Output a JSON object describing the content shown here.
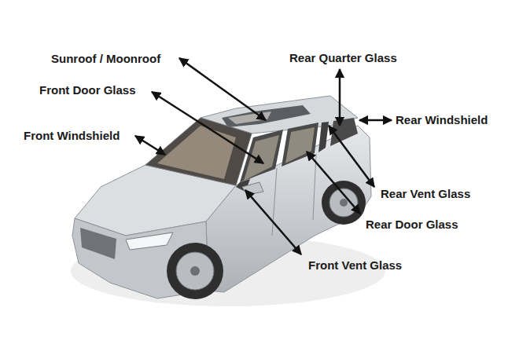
{
  "diagram": {
    "labels": [
      "Sunroof / Moonroof",
      "Rear Quarter Glass",
      "Front Door Glass",
      "Rear Windshield",
      "Front Windshield",
      "Rear Vent Glass",
      "Rear Door Glass",
      "Front Vent Glass"
    ]
  }
}
